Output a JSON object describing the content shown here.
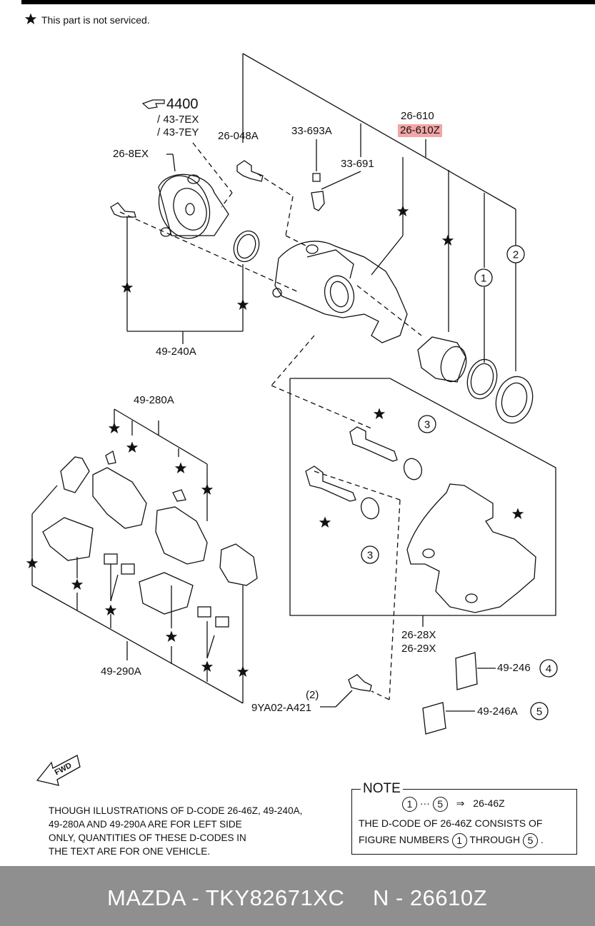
{
  "header_note": "This part is not serviced.",
  "ref": {
    "number": "4400",
    "sub1": "/ 43-7EX",
    "sub2": "/ 43-7EY"
  },
  "labels": {
    "p26_8EX": "26-8EX",
    "p26_048A": "26-048A",
    "p33_693A": "33-693A",
    "p33_691": "33-691",
    "p26_610": "26-610",
    "p26_610Z": "26-610Z",
    "p49_240A": "49-240A",
    "p49_280A": "49-280A",
    "p49_290A": "49-290A",
    "p26_28X": "26-28X",
    "p26_29X": "26-29X",
    "p49_246": "49-246",
    "p49_246A": "49-246A",
    "bolt_qty": "(2)",
    "p9YA02": "9YA02-A421"
  },
  "callouts": {
    "c1": "1",
    "c2": "2",
    "c3": "3",
    "c4": "4",
    "c5": "5"
  },
  "fwd_label": "FWD",
  "bottom_note": [
    "THOUGH ILLUSTRATIONS OF D-CODE 26-46Z, 49-240A,",
    "49-280A AND 49-290A ARE FOR LEFT SIDE",
    "ONLY, QUANTITIES OF THESE D-CODES IN",
    "THE TEXT ARE FOR ONE VEHICLE."
  ],
  "note_box": {
    "title": "NOTE",
    "range_start": "1",
    "range_dots": "···",
    "range_end": "5",
    "arrow": "⇒",
    "code": "26-46Z",
    "line2": "THE D-CODE OF  26-46Z  CONSISTS OF",
    "line3_prefix": "FIGURE NUMBERS",
    "line3_a": "1",
    "line3_mid": "THROUGH",
    "line3_b": "5",
    "line3_end": "."
  },
  "footer": {
    "left": "MAZDA - TKY82671XC",
    "right": "N - 26610Z"
  },
  "colors": {
    "highlight": "#f2a6a6",
    "footer_bg": "#8f8f8f"
  }
}
